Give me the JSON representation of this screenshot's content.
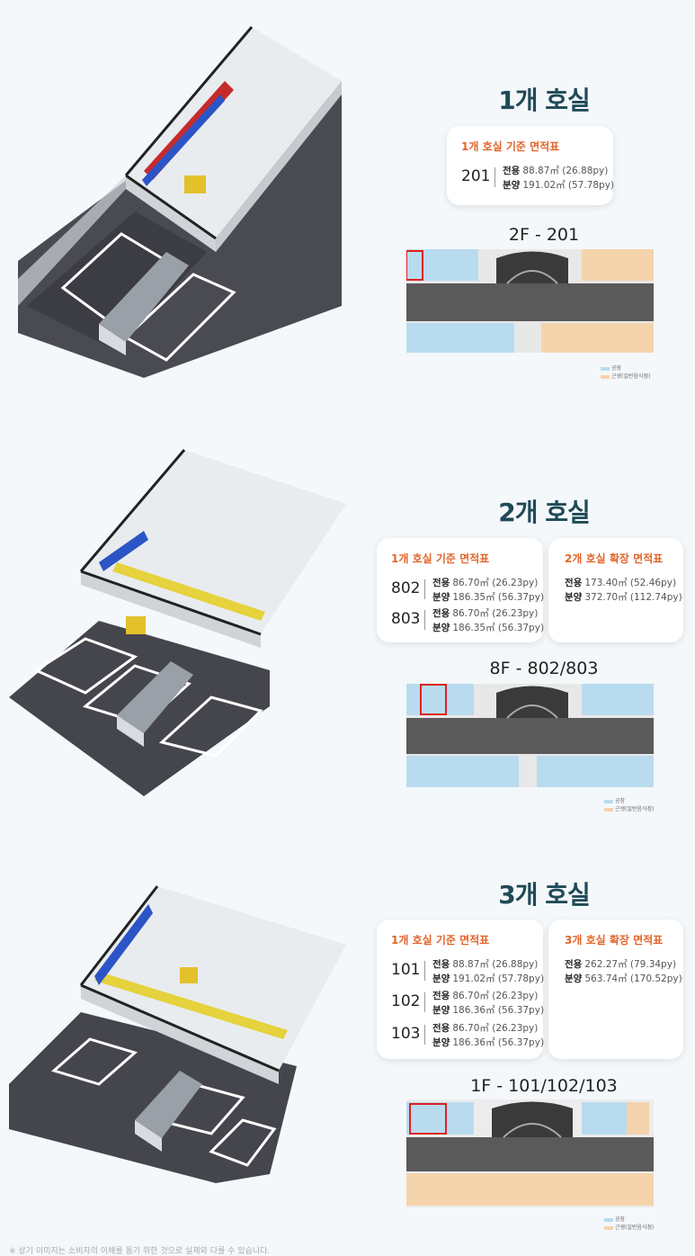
{
  "sections": [
    {
      "title": "1개 호실",
      "cards": [
        {
          "title": "1개 호실 기준 면적표",
          "rows": [
            {
              "unit": "201",
              "exclusive_label": "전용",
              "exclusive_value": "88.87㎡ (26.88py)",
              "sale_label": "분양",
              "sale_value": "191.02㎡ (57.78py)"
            }
          ]
        }
      ],
      "plan_title": "2F - 201"
    },
    {
      "title": "2개 호실",
      "cards": [
        {
          "title": "1개 호실 기준 면적표",
          "rows": [
            {
              "unit": "802",
              "exclusive_label": "전용",
              "exclusive_value": "86.70㎡ (26.23py)",
              "sale_label": "분양",
              "sale_value": "186.35㎡ (56.37py)"
            },
            {
              "unit": "803",
              "exclusive_label": "전용",
              "exclusive_value": "86.70㎡ (26.23py)",
              "sale_label": "분양",
              "sale_value": "186.35㎡ (56.37py)"
            }
          ]
        },
        {
          "title": "2개 호실 확장 면적표",
          "rows": [
            {
              "exclusive_label": "전용",
              "exclusive_value": "173.40㎡ (52.46py)",
              "sale_label": "분양",
              "sale_value": "372.70㎡ (112.74py)"
            }
          ]
        }
      ],
      "plan_title": "8F - 802/803"
    },
    {
      "title": "3개 호실",
      "cards": [
        {
          "title": "1개 호실 기준 면적표",
          "rows": [
            {
              "unit": "101",
              "exclusive_label": "전용",
              "exclusive_value": "88.87㎡ (26.88py)",
              "sale_label": "분양",
              "sale_value": "191.02㎡ (57.78py)"
            },
            {
              "unit": "102",
              "exclusive_label": "전용",
              "exclusive_value": "86.70㎡ (26.23py)",
              "sale_label": "분양",
              "sale_value": "186.36㎡ (56.37py)"
            },
            {
              "unit": "103",
              "exclusive_label": "전용",
              "exclusive_value": "86.70㎡ (26.23py)",
              "sale_label": "분양",
              "sale_value": "186.36㎡ (56.37py)"
            }
          ]
        },
        {
          "title": "3개 호실 확장 면적표",
          "rows": [
            {
              "exclusive_label": "전용",
              "exclusive_value": "262.27㎡ (79.34py)",
              "sale_label": "분양",
              "sale_value": "563.74㎡ (170.52py)"
            }
          ]
        }
      ],
      "plan_title": "1F - 101/102/103"
    }
  ],
  "legend": {
    "factory": "공장",
    "retail": "근생(일반음식점)"
  },
  "colors": {
    "title": "#1f4a57",
    "card_title": "#e2652b",
    "factory": "#b9dbef",
    "retail": "#f5d3ac",
    "highlight": "#e02020",
    "parking": "#5a5a5a"
  },
  "footnote": "※ 상기 이미지는 소비자의 이해를 돕기 위한 것으로 실제와 다를 수 있습니다."
}
